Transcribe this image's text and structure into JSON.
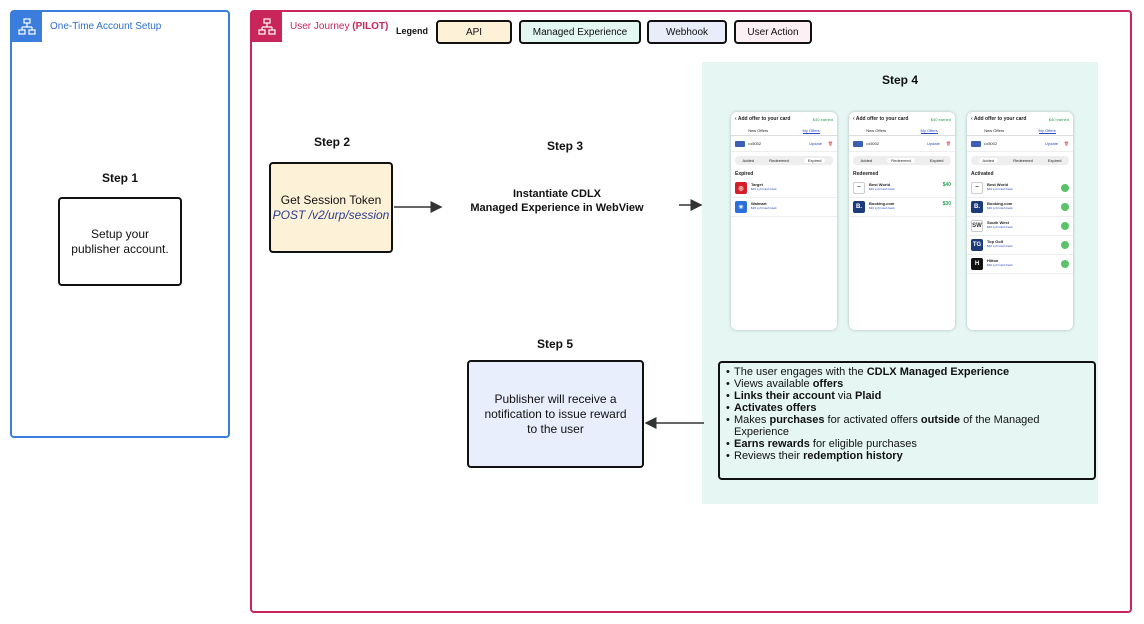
{
  "frames": {
    "setup": {
      "title": "One-Time Account Setup",
      "icon": "flowchart-icon"
    },
    "journey": {
      "title": "User Journey",
      "title_suffix": "(PILOT)",
      "icon": "flowchart-icon"
    }
  },
  "legend": {
    "label": "Legend",
    "items": [
      {
        "label": "API",
        "color": "#fdf1d8"
      },
      {
        "label": "Managed Experience",
        "color": "#e3f7f3"
      },
      {
        "label": "Webhook",
        "color": "#e7eefa"
      },
      {
        "label": "User Action",
        "color": "#fdf0f5"
      }
    ]
  },
  "steps": {
    "step1": {
      "label": "Step 1",
      "text": "Setup your publisher account."
    },
    "step2": {
      "label": "Step 2",
      "line1": "Get Session Token",
      "line2": "POST /v2/urp/session"
    },
    "step3": {
      "label": "Step 3",
      "line1": "Instantiate CDLX",
      "line2": "Managed Experience in WebView"
    },
    "step4": {
      "label": "Step 4"
    },
    "step5": {
      "label": "Step 5",
      "text": "Publisher will receive a notification to issue reward to the user"
    }
  },
  "phones": [
    {
      "header": "Add offer to your card",
      "amount": "$40 earned",
      "tabs": [
        "New Offers",
        "My Offers"
      ],
      "card": "•••5002",
      "card_action": "Update",
      "segments": [
        "Added",
        "Redeemed",
        "Expired"
      ],
      "active_segment": 2,
      "section": "Expired",
      "rows": [
        {
          "logo": "target-icon",
          "logo_text": "◎",
          "logo_color": "#d71e28",
          "name": "Target",
          "sub": "$40 Lyft Cash back"
        },
        {
          "logo": "walmart-icon",
          "logo_text": "✳",
          "logo_color": "#2a6fdb",
          "name": "Walmart",
          "sub": "$20 Lyft Cash back"
        }
      ]
    },
    {
      "header": "Add offer to your card",
      "amount": "$40 earned",
      "tabs": [
        "New Offers",
        "My Offers"
      ],
      "card": "•••5002",
      "card_action": "Update",
      "segments": [
        "Added",
        "Redeemed",
        "Expired"
      ],
      "active_segment": 1,
      "section": "Redeemed",
      "rows": [
        {
          "logo": "bestwestern-icon",
          "logo_text": "~",
          "logo_color": "#ffffff",
          "name": "Best World",
          "sub": "$40 Lyft Cash back",
          "amount": "$40"
        },
        {
          "logo": "booking-icon",
          "logo_text": "B.",
          "logo_color": "#1b3b7a",
          "name": "Booking.com",
          "sub": "$30 Lyft Cash back",
          "amount": "$30"
        }
      ]
    },
    {
      "header": "Add offer to your card",
      "amount": "$40 earned",
      "tabs": [
        "New Offers",
        "My Offers"
      ],
      "card": "•••5002",
      "card_action": "Update",
      "segments": [
        "Added",
        "Redeemed",
        "Expired"
      ],
      "active_segment": 0,
      "section": "Activated",
      "rows": [
        {
          "logo": "bestworld-icon",
          "logo_text": "~",
          "logo_color": "#ffffff",
          "name": "Best World",
          "sub": "$40 Lyft Cash back"
        },
        {
          "logo": "booking-icon",
          "logo_text": "B.",
          "logo_color": "#1b3b7a",
          "name": "Booking.com",
          "sub": "$30 Lyft Cash back"
        },
        {
          "logo": "southwest-icon",
          "logo_text": "SW",
          "logo_color": "#ffffff",
          "name": "South West",
          "sub": "$40 Lyft Cash back"
        },
        {
          "logo": "topgolf-icon",
          "logo_text": "TG",
          "logo_color": "#1b3b7a",
          "name": "Top Golf",
          "sub": "$40 Lyft Cash back"
        },
        {
          "logo": "hilton-icon",
          "logo_text": "H",
          "logo_color": "#111111",
          "name": "Hilton",
          "sub": "$40 Lyft Cash back"
        }
      ]
    }
  ],
  "bullets": [
    [
      {
        "t": "The user engages with the "
      },
      {
        "t": "CDLX Managed Experience",
        "b": true
      }
    ],
    [
      {
        "t": "Views available "
      },
      {
        "t": "offers",
        "b": true
      }
    ],
    [
      {
        "t": "Links their account",
        "b": true
      },
      {
        "t": " via "
      },
      {
        "t": "Plaid",
        "b": true
      }
    ],
    [
      {
        "t": "Activates offers",
        "b": true
      }
    ],
    [
      {
        "t": "Makes "
      },
      {
        "t": "purchases",
        "b": true
      },
      {
        "t": " for activated offers "
      },
      {
        "t": "outside",
        "b": true
      },
      {
        "t": " of the Managed Experience"
      }
    ],
    [
      {
        "t": "Earns rewards",
        "b": true
      },
      {
        "t": " for eligible purchases"
      }
    ],
    [
      {
        "t": "Reviews their "
      },
      {
        "t": "redemption history",
        "b": true
      }
    ]
  ]
}
